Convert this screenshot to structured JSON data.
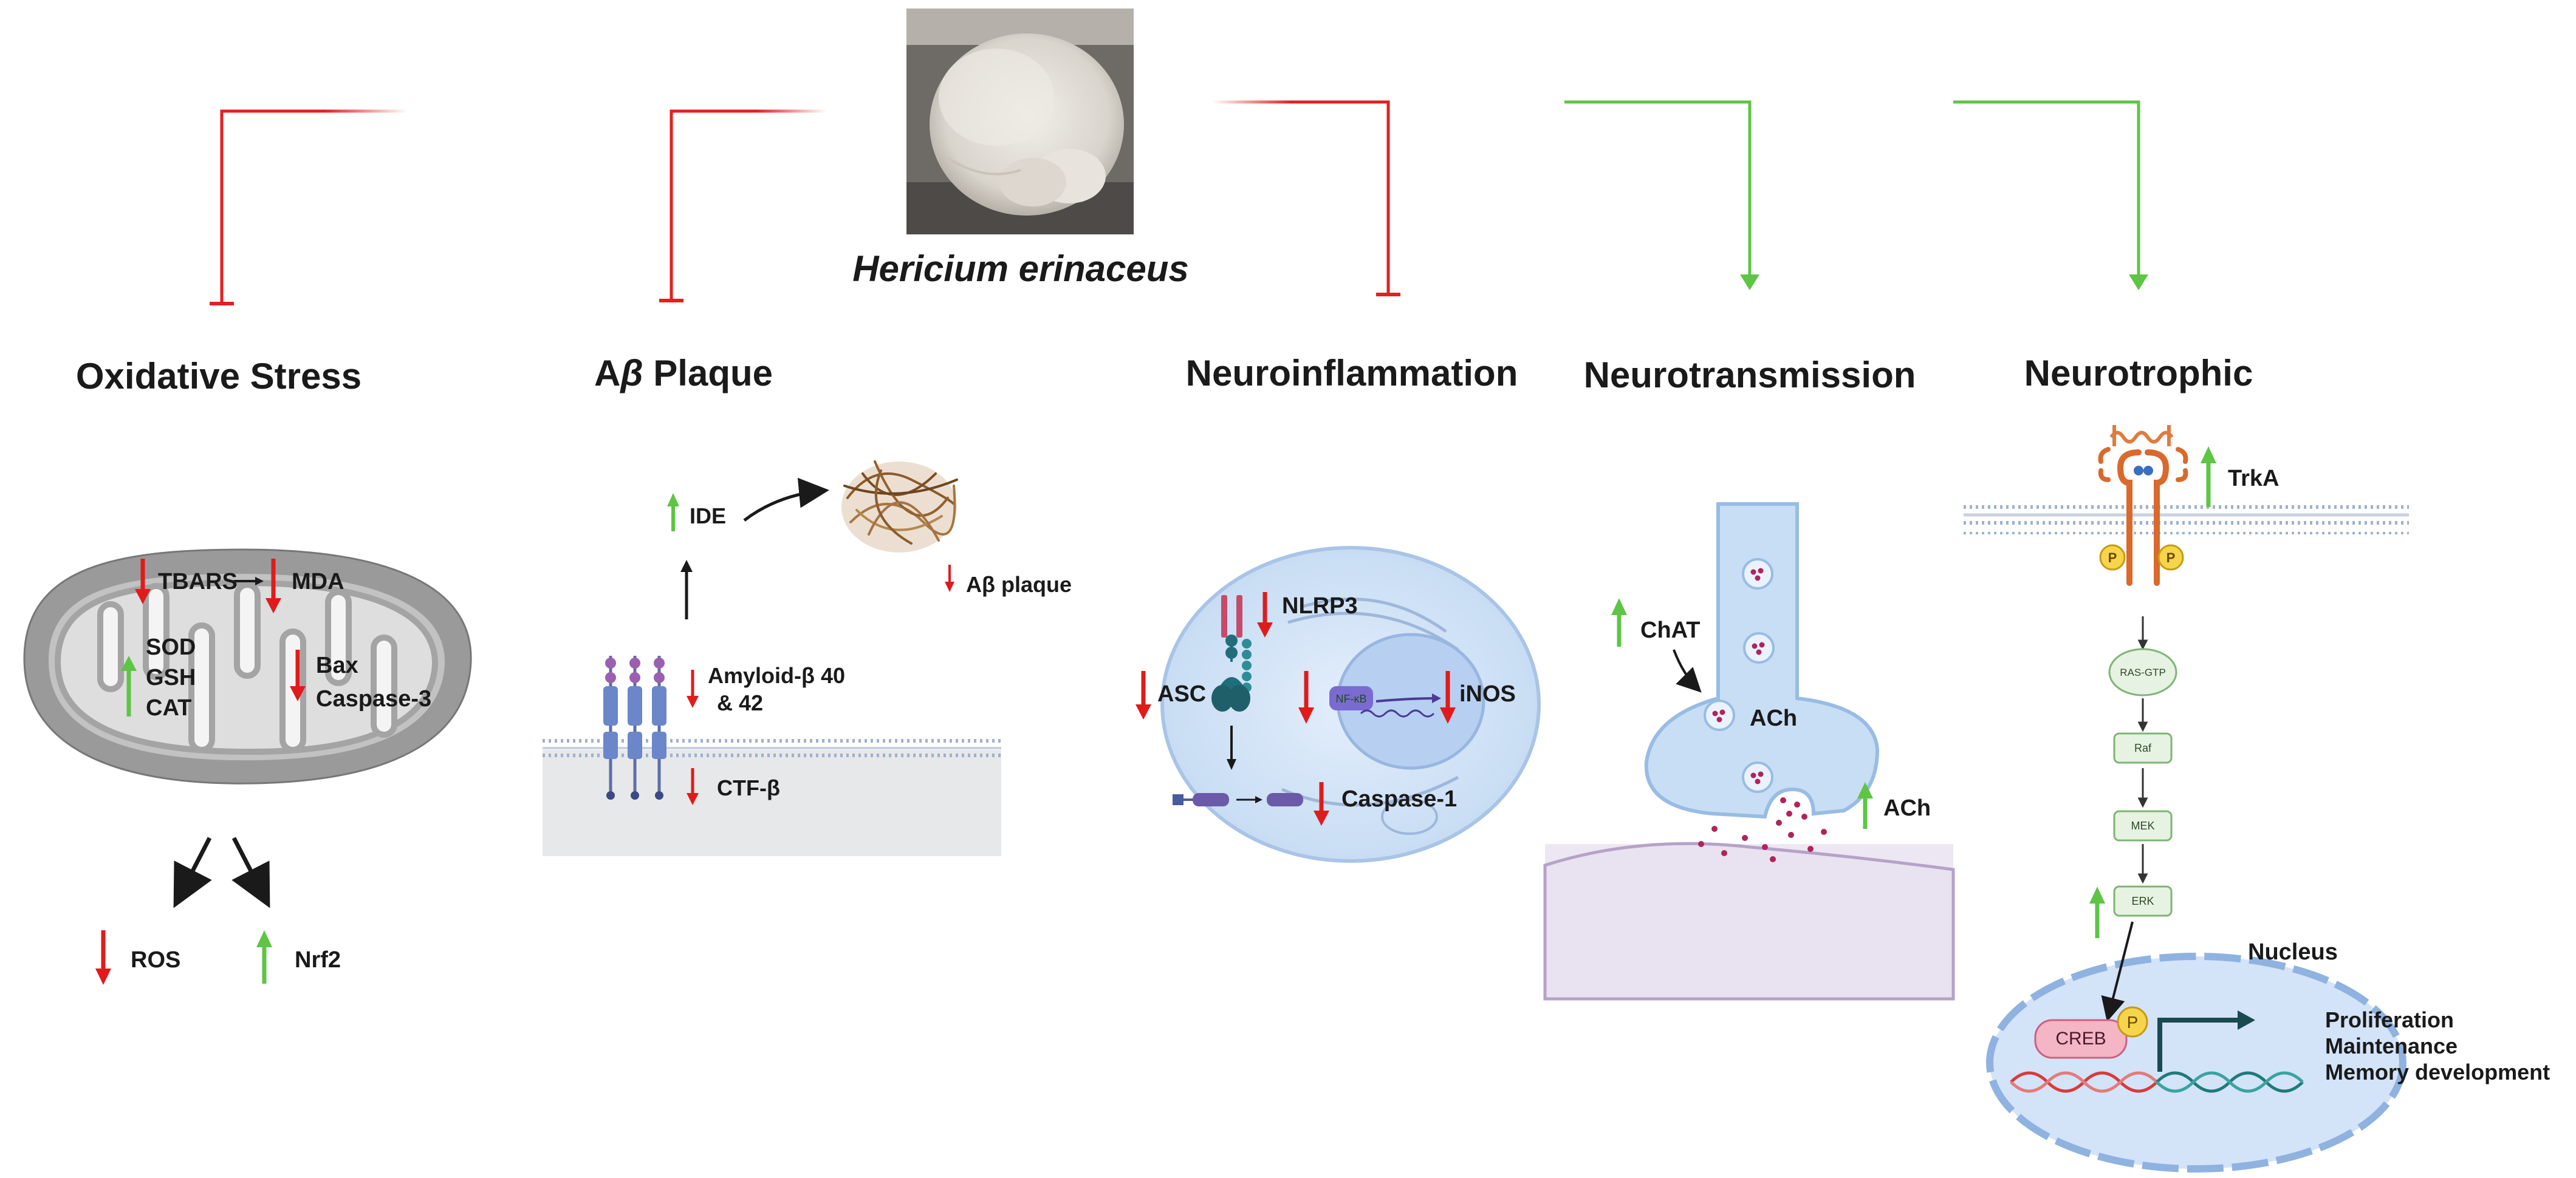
{
  "title": "Hericium erinaceus",
  "colors": {
    "inhibit": "#e41f1f",
    "activate": "#5ec545",
    "down_arrow": "#e01b1b",
    "up_arrow": "#5ec545"
  },
  "sections": {
    "oxidative": {
      "header": "Oxidative Stress",
      "labels": {
        "tbars": "TBARS",
        "mda": "MDA",
        "sod": "SOD",
        "gsh": "GSH",
        "cat": "CAT",
        "bax": "Bax",
        "caspase3": "Caspase-3",
        "ros": "ROS",
        "nrf2": "Nrf2"
      }
    },
    "abeta": {
      "header_prefix": "A",
      "header_beta": "β",
      "header_suffix": " Plaque",
      "labels": {
        "ide": "IDE",
        "plaque": "Aβ plaque",
        "amyloid_line1": "Amyloid-β 40",
        "amyloid_line2": "& 42",
        "ctf": "CTF-β"
      }
    },
    "neuroinflammation": {
      "header": "Neuroinflammation",
      "labels": {
        "nlrp3": "NLRP3",
        "asc": "ASC",
        "nfkb": "NF-κB",
        "inos": "iNOS",
        "caspase1": "Caspase-1"
      }
    },
    "neurotransmission": {
      "header": "Neurotransmission",
      "labels": {
        "chat": "ChAT",
        "ach_inner": "ACh",
        "ach_outer": "ACh"
      }
    },
    "neurotrophic": {
      "header": "Neurotrophic",
      "labels": {
        "trka": "TrkA",
        "p_left": "P",
        "p_right": "P",
        "ras": "RAS-GTP",
        "raf": "Raf",
        "mek": "MEK",
        "erk": "ERK",
        "nucleus": "Nucleus",
        "creb": "CREB",
        "creb_p": "P",
        "outcome1": "Proliferation",
        "outcome2": "Maintenance",
        "outcome3": "Memory development"
      }
    }
  }
}
